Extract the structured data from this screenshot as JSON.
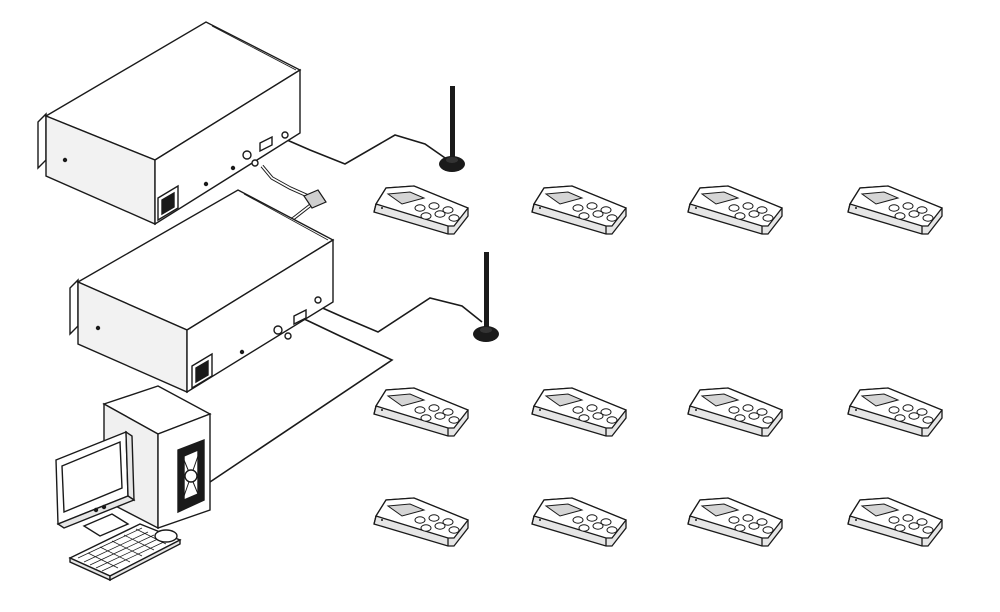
{
  "diagram": {
    "stroke_color": "#1a1a1a",
    "fill_color": "#ffffff",
    "shade_color": "#e6e6e6",
    "base_units": [
      {
        "name": "base-unit-top",
        "antenna": "antenna-top"
      },
      {
        "name": "base-unit-bottom",
        "antenna": "antenna-bottom"
      }
    ],
    "computer": {
      "parts": [
        "monitor-icon",
        "tower-case-icon",
        "keyboard-icon",
        "mouse-icon"
      ]
    },
    "keypad_rows": [
      4,
      4,
      4
    ],
    "keypad_buttons_per_unit": 6,
    "connections": [
      "antenna-cable-top",
      "antenna-cable-bottom",
      "link-cable",
      "pc-cable"
    ]
  }
}
